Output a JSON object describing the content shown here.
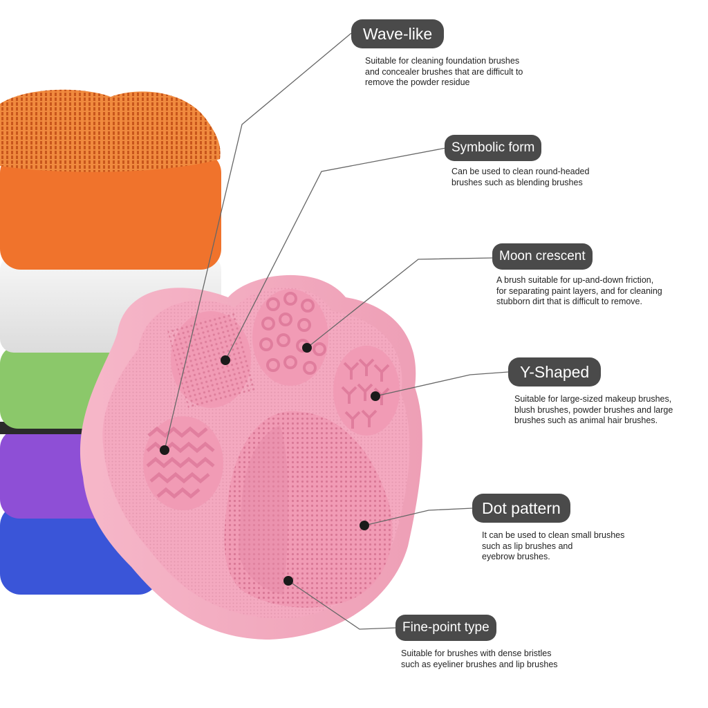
{
  "colors": {
    "pill_bg": "#4a4a4a",
    "pill_text": "#ffffff",
    "paw_pink": "#f2a3bd",
    "orange_pad": "#f0732c",
    "green_pad": "#8bc86a",
    "purple_pad": "#8e4fd6",
    "blue_pad": "#3a55d8",
    "leader_line": "#666666"
  },
  "callouts": [
    {
      "id": "wave-like",
      "title": "Wave-like",
      "lines": [
        "Suitable for cleaning foundation brushes",
        "and concealer brushes that are difficult to",
        "remove the powder residue"
      ]
    },
    {
      "id": "symbolic-form",
      "title": "Symbolic form",
      "lines": [
        "Can be used to clean round-headed",
        "brushes such as blending brushes"
      ]
    },
    {
      "id": "moon-crescent",
      "title": "Moon crescent",
      "lines": [
        "A brush suitable for up-and-down friction,",
        "for separating paint layers, and for cleaning",
        "stubborn dirt that is difficult to remove."
      ]
    },
    {
      "id": "y-shaped",
      "title": "Y-Shaped",
      "lines": [
        "Suitable for large-sized makeup brushes,",
        "blush brushes, powder brushes and large",
        "brushes such as animal hair brushes."
      ]
    },
    {
      "id": "dot-pattern",
      "title": "Dot pattern",
      "lines": [
        "It can be used to clean small brushes",
        "such as lip brushes and",
        "eyebrow brushes."
      ]
    },
    {
      "id": "fine-point-type",
      "title": "Fine-point type",
      "lines": [
        "Suitable for brushes with dense bristles",
        "such as eyeliner brushes and lip brushes"
      ]
    }
  ]
}
